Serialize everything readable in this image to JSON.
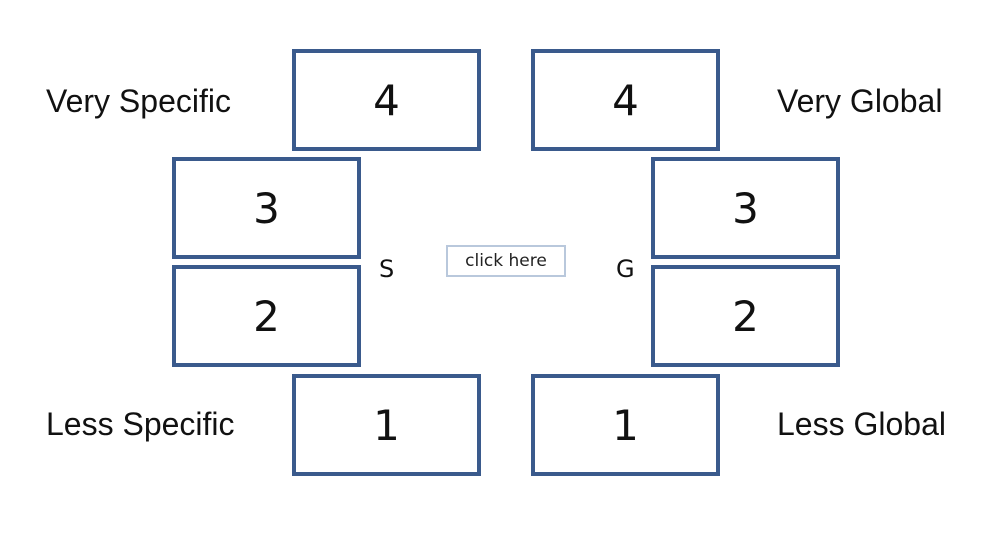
{
  "labels": {
    "very_specific": "Very Specific",
    "less_specific": "Less Specific",
    "very_global": "Very Global",
    "less_global": "Less Global"
  },
  "specific": {
    "letter": "S",
    "box4": "4",
    "box3": "3",
    "box2": "2",
    "box1": "1"
  },
  "global": {
    "letter": "G",
    "box4": "4",
    "box3": "3",
    "box2": "2",
    "box1": "1"
  },
  "center_button": {
    "label": "click here"
  },
  "colors": {
    "box_border": "#3a5a8c",
    "button_border": "#b9c8dc"
  }
}
